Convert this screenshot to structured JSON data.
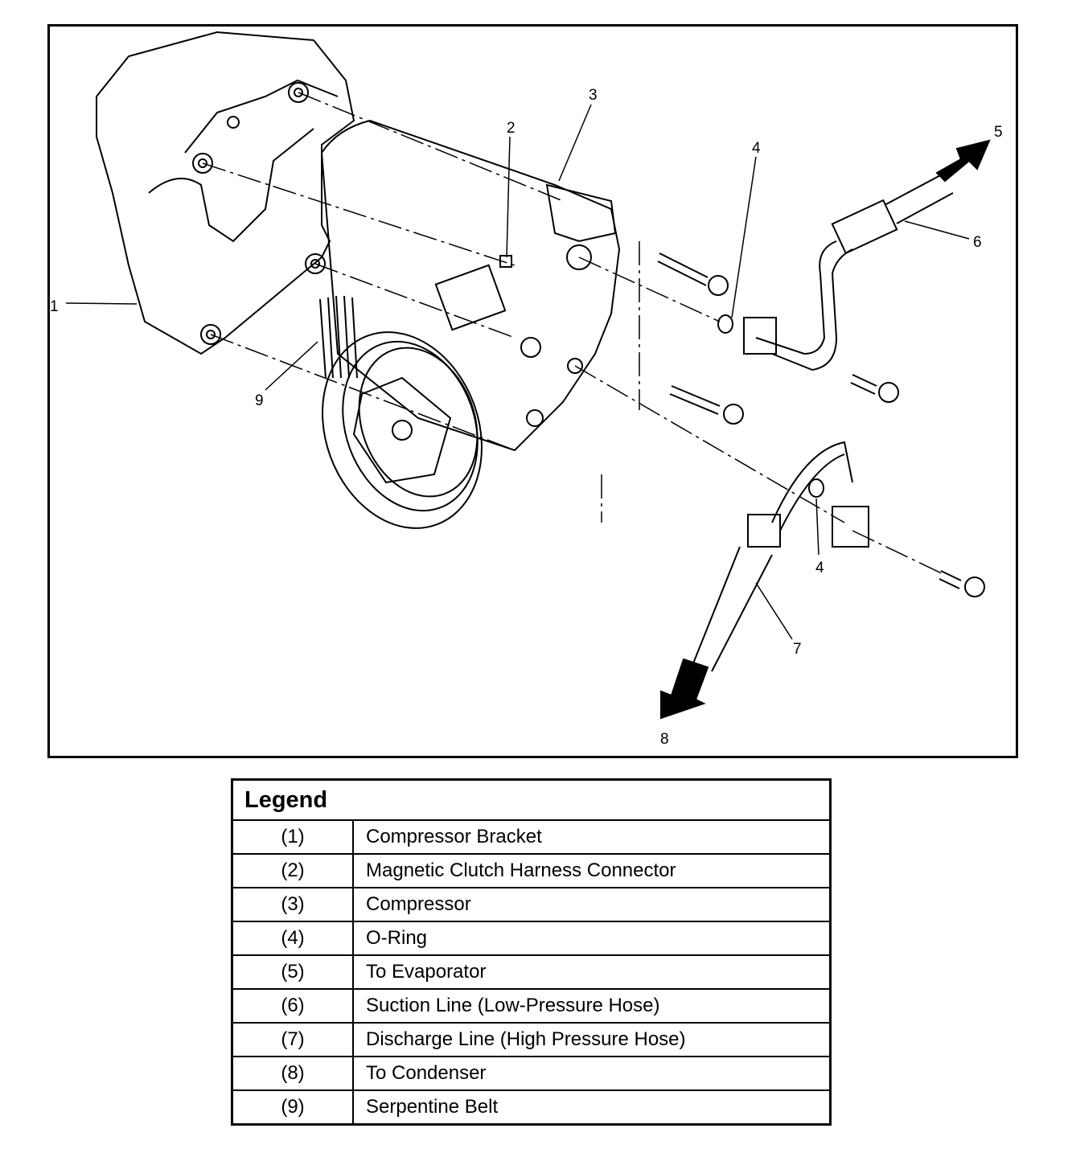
{
  "diagram": {
    "callouts": [
      "1",
      "2",
      "3",
      "4",
      "5",
      "6",
      "4",
      "7",
      "8",
      "9"
    ]
  },
  "legend": {
    "title": "Legend",
    "rows": [
      {
        "num": "(1)",
        "desc": "Compressor Bracket"
      },
      {
        "num": "(2)",
        "desc": "Magnetic Clutch Harness Connector"
      },
      {
        "num": "(3)",
        "desc": "Compressor"
      },
      {
        "num": "(4)",
        "desc": "O-Ring"
      },
      {
        "num": "(5)",
        "desc": "To Evaporator"
      },
      {
        "num": "(6)",
        "desc": "Suction Line (Low-Pressure Hose)"
      },
      {
        "num": "(7)",
        "desc": "Discharge Line (High Pressure Hose)"
      },
      {
        "num": "(8)",
        "desc": "To Condenser"
      },
      {
        "num": "(9)",
        "desc": "Serpentine Belt"
      }
    ]
  }
}
